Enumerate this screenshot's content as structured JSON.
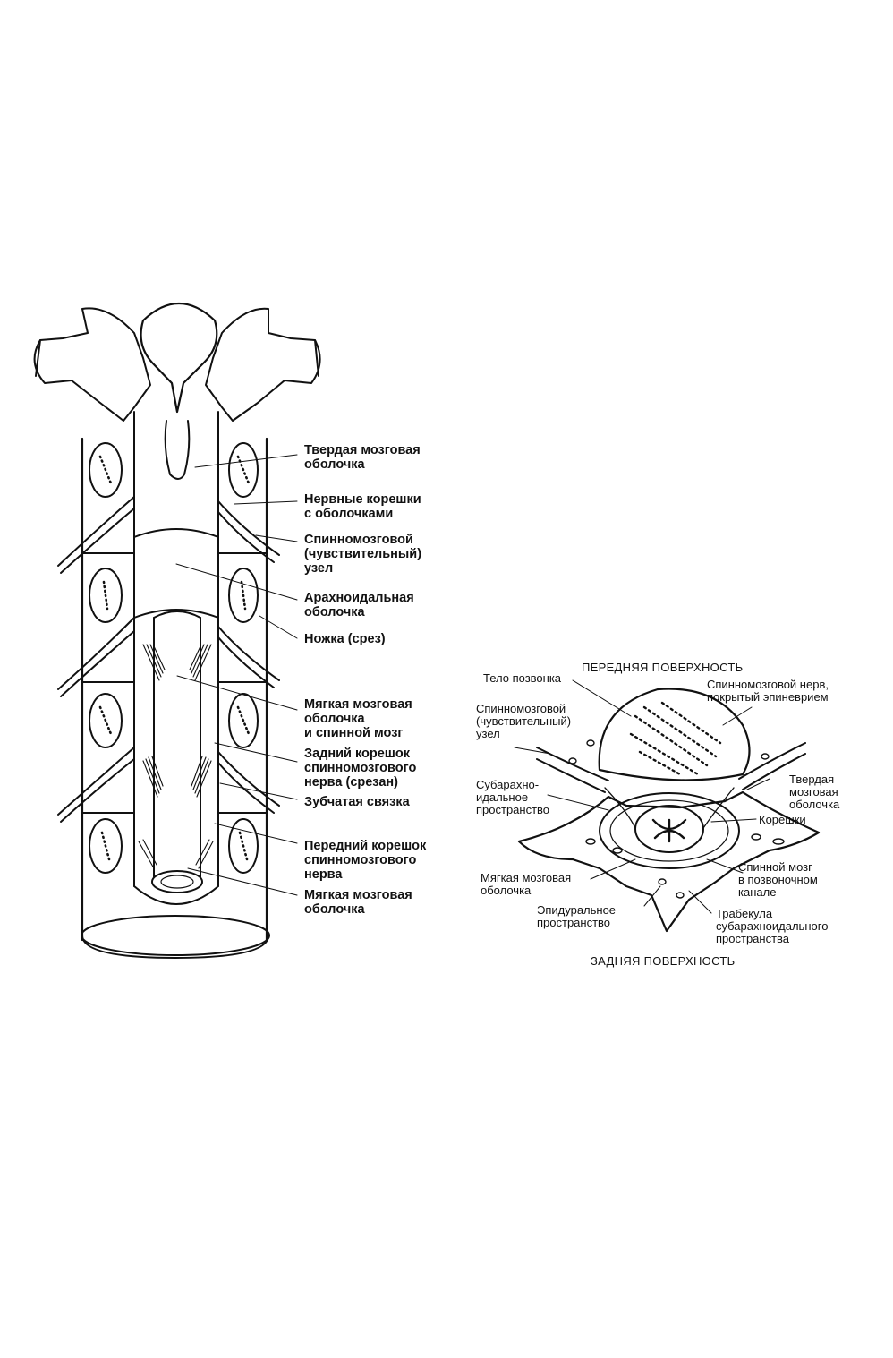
{
  "colors": {
    "ink": "#111111",
    "background": "#ffffff"
  },
  "left_figure": {
    "labels": {
      "dura": "Твердая мозговая\nоболочка",
      "nerve_roots": "Нервные корешки\nс оболочками",
      "ganglion": "Спинномозговой\n(чувствительный)\nузел",
      "arachnoid": "Арахноидальная\nоболочка",
      "pedicle": "Ножка (срез)",
      "pia_cord": "Мягкая мозговая\nоболочка\nи спинной мозг",
      "dorsal_root": "Задний корешок\nспинномозгового\nнерва (срезан)",
      "denticulate": "Зубчатая связка",
      "ventral_root": "Передний корешок\nспинномозгового\nнерва",
      "pia": "Мягкая мозговая\nоболочка"
    }
  },
  "right_figure": {
    "anterior_title": "ПЕРЕДНЯЯ ПОВЕРХНОСТЬ",
    "posterior_title": "ЗАДНЯЯ ПОВЕРХНОСТЬ",
    "labels": {
      "vertebral_body": "Тело позвонка",
      "spinal_nerve": "Спинномозговой нерв,\nпокрытый эпиневрием",
      "ganglion": "Спинномозговой\n(чувствительный)\nузел",
      "dura": "Твердая\nмозговая\nоболочка",
      "subarachnoid": "Субарахно-\nидальное\nпространство",
      "roots": "Корешки",
      "pia": "Мягкая мозговая\nоболочка",
      "cord_canal": "Спинной мозг\nв позвоночном\nканале",
      "epidural": "Эпидуральное\nпространство",
      "trabecula": "Трабекула\nсубарахноидального\nпространства"
    }
  }
}
